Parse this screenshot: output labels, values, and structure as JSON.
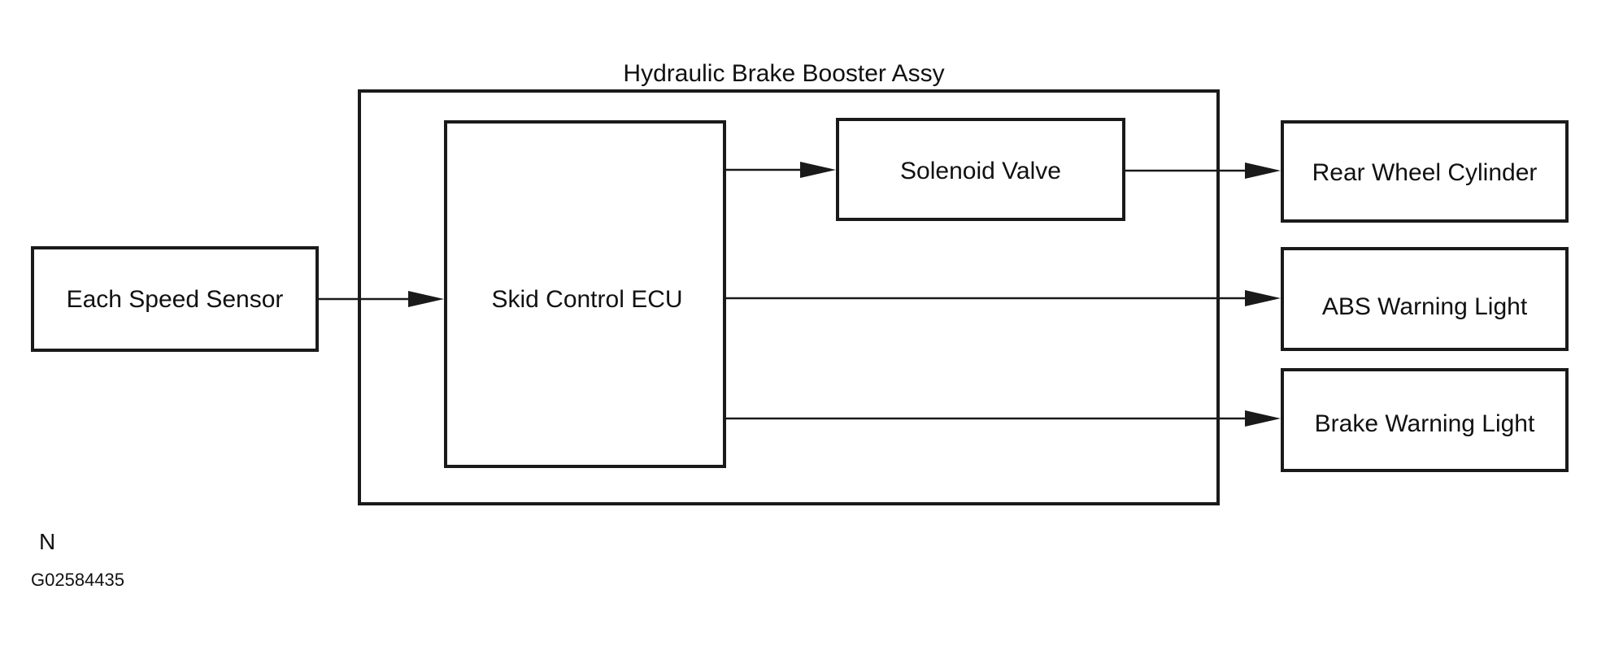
{
  "diagram": {
    "assembly_label": "Hydraulic Brake Booster Assy",
    "input": "Each Speed Sensor",
    "ecu": "Skid Control ECU",
    "solenoid": "Solenoid Valve",
    "outputs": {
      "rear_wheel_cylinder": "Rear Wheel Cylinder",
      "abs_warning_light": "ABS Warning Light",
      "brake_warning_light": "Brake Warning Light"
    }
  },
  "footer": {
    "mark": "N",
    "figure_code": "G02584435"
  }
}
